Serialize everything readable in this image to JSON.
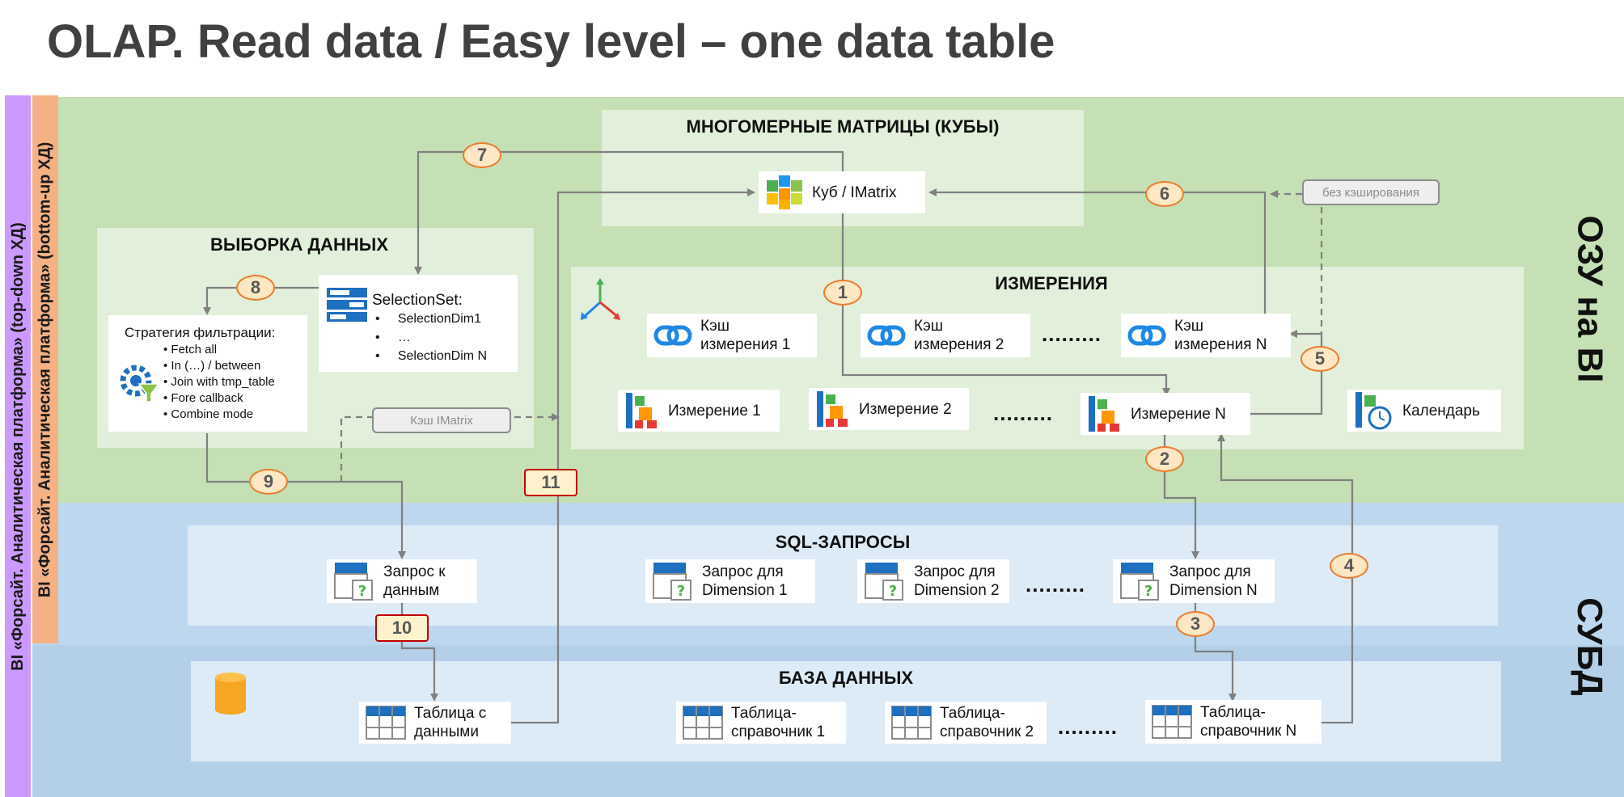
{
  "title": "OLAP. Read data / Easy level – one data table",
  "labels": {
    "outer_platform": "BI «Форсайт. Аналитическая платформа» (top-down ХД)",
    "inner_platform": "BI «Форсайт. Аналитическая платформа» (bottom-up ХД)",
    "ram": "ОЗУ на BI",
    "dbms": "СУБД"
  },
  "panels": {
    "cubes": "МНОГОМЕРНЫЕ МАТРИЦЫ (КУБЫ)",
    "selection": "ВЫБОРКА ДАННЫХ",
    "dimensions": "ИЗМЕРЕНИЯ",
    "sql": "SQL-ЗАПРОСЫ",
    "database": "БАЗА ДАННЫХ"
  },
  "nodes": {
    "cube": "Куб / IMatrix",
    "selection_set": {
      "title": "SelectionSet:",
      "items": [
        "SelectionDim1",
        "…",
        "SelectionDim N"
      ]
    },
    "strategy": {
      "title": "Стратегия фильтрации:",
      "items": [
        "• Fetch all",
        "• In (…) / between",
        "• Join with tmp_table",
        "• Fore callback",
        "• Combine mode"
      ]
    },
    "cache_dim1": [
      "Кэш",
      "измерения 1"
    ],
    "cache_dim2": [
      "Кэш",
      "измерения 2"
    ],
    "cache_dimN": [
      "Кэш",
      "измерения N"
    ],
    "dim1": "Измерение 1",
    "dim2": "Измерение 2",
    "dimN": "Измерение N",
    "calendar": "Календарь",
    "query_data": [
      "Запрос к",
      "данным"
    ],
    "query_dim1": [
      "Запрос для",
      "Dimension 1"
    ],
    "query_dim2": [
      "Запрос для",
      "Dimension 2"
    ],
    "query_dimN": [
      "Запрос для",
      "Dimension N"
    ],
    "table_data": [
      "Таблица с",
      "данными"
    ],
    "table_ref1": [
      "Таблица-",
      "справочник 1"
    ],
    "table_ref2": [
      "Таблица-",
      "справочник 2"
    ],
    "table_refN": [
      "Таблица-",
      "справочник N"
    ]
  },
  "ellipsis": ".........",
  "pills": {
    "no_cache": "без кэширования",
    "cache_imatrix": "Кэш IMatrix"
  },
  "steps": [
    "1",
    "2",
    "3",
    "4",
    "5",
    "6",
    "7",
    "8",
    "9",
    "10",
    "11"
  ],
  "colors": {
    "ram_zone": "#c5e0b4",
    "dbms_zone": "#bdd7ee",
    "purple_strip": "#cc99ff",
    "orange_strip": "#f4b183",
    "badge_border": "#ed7d31",
    "badge_fill": "#fde7c4",
    "arrow": "#808080"
  }
}
